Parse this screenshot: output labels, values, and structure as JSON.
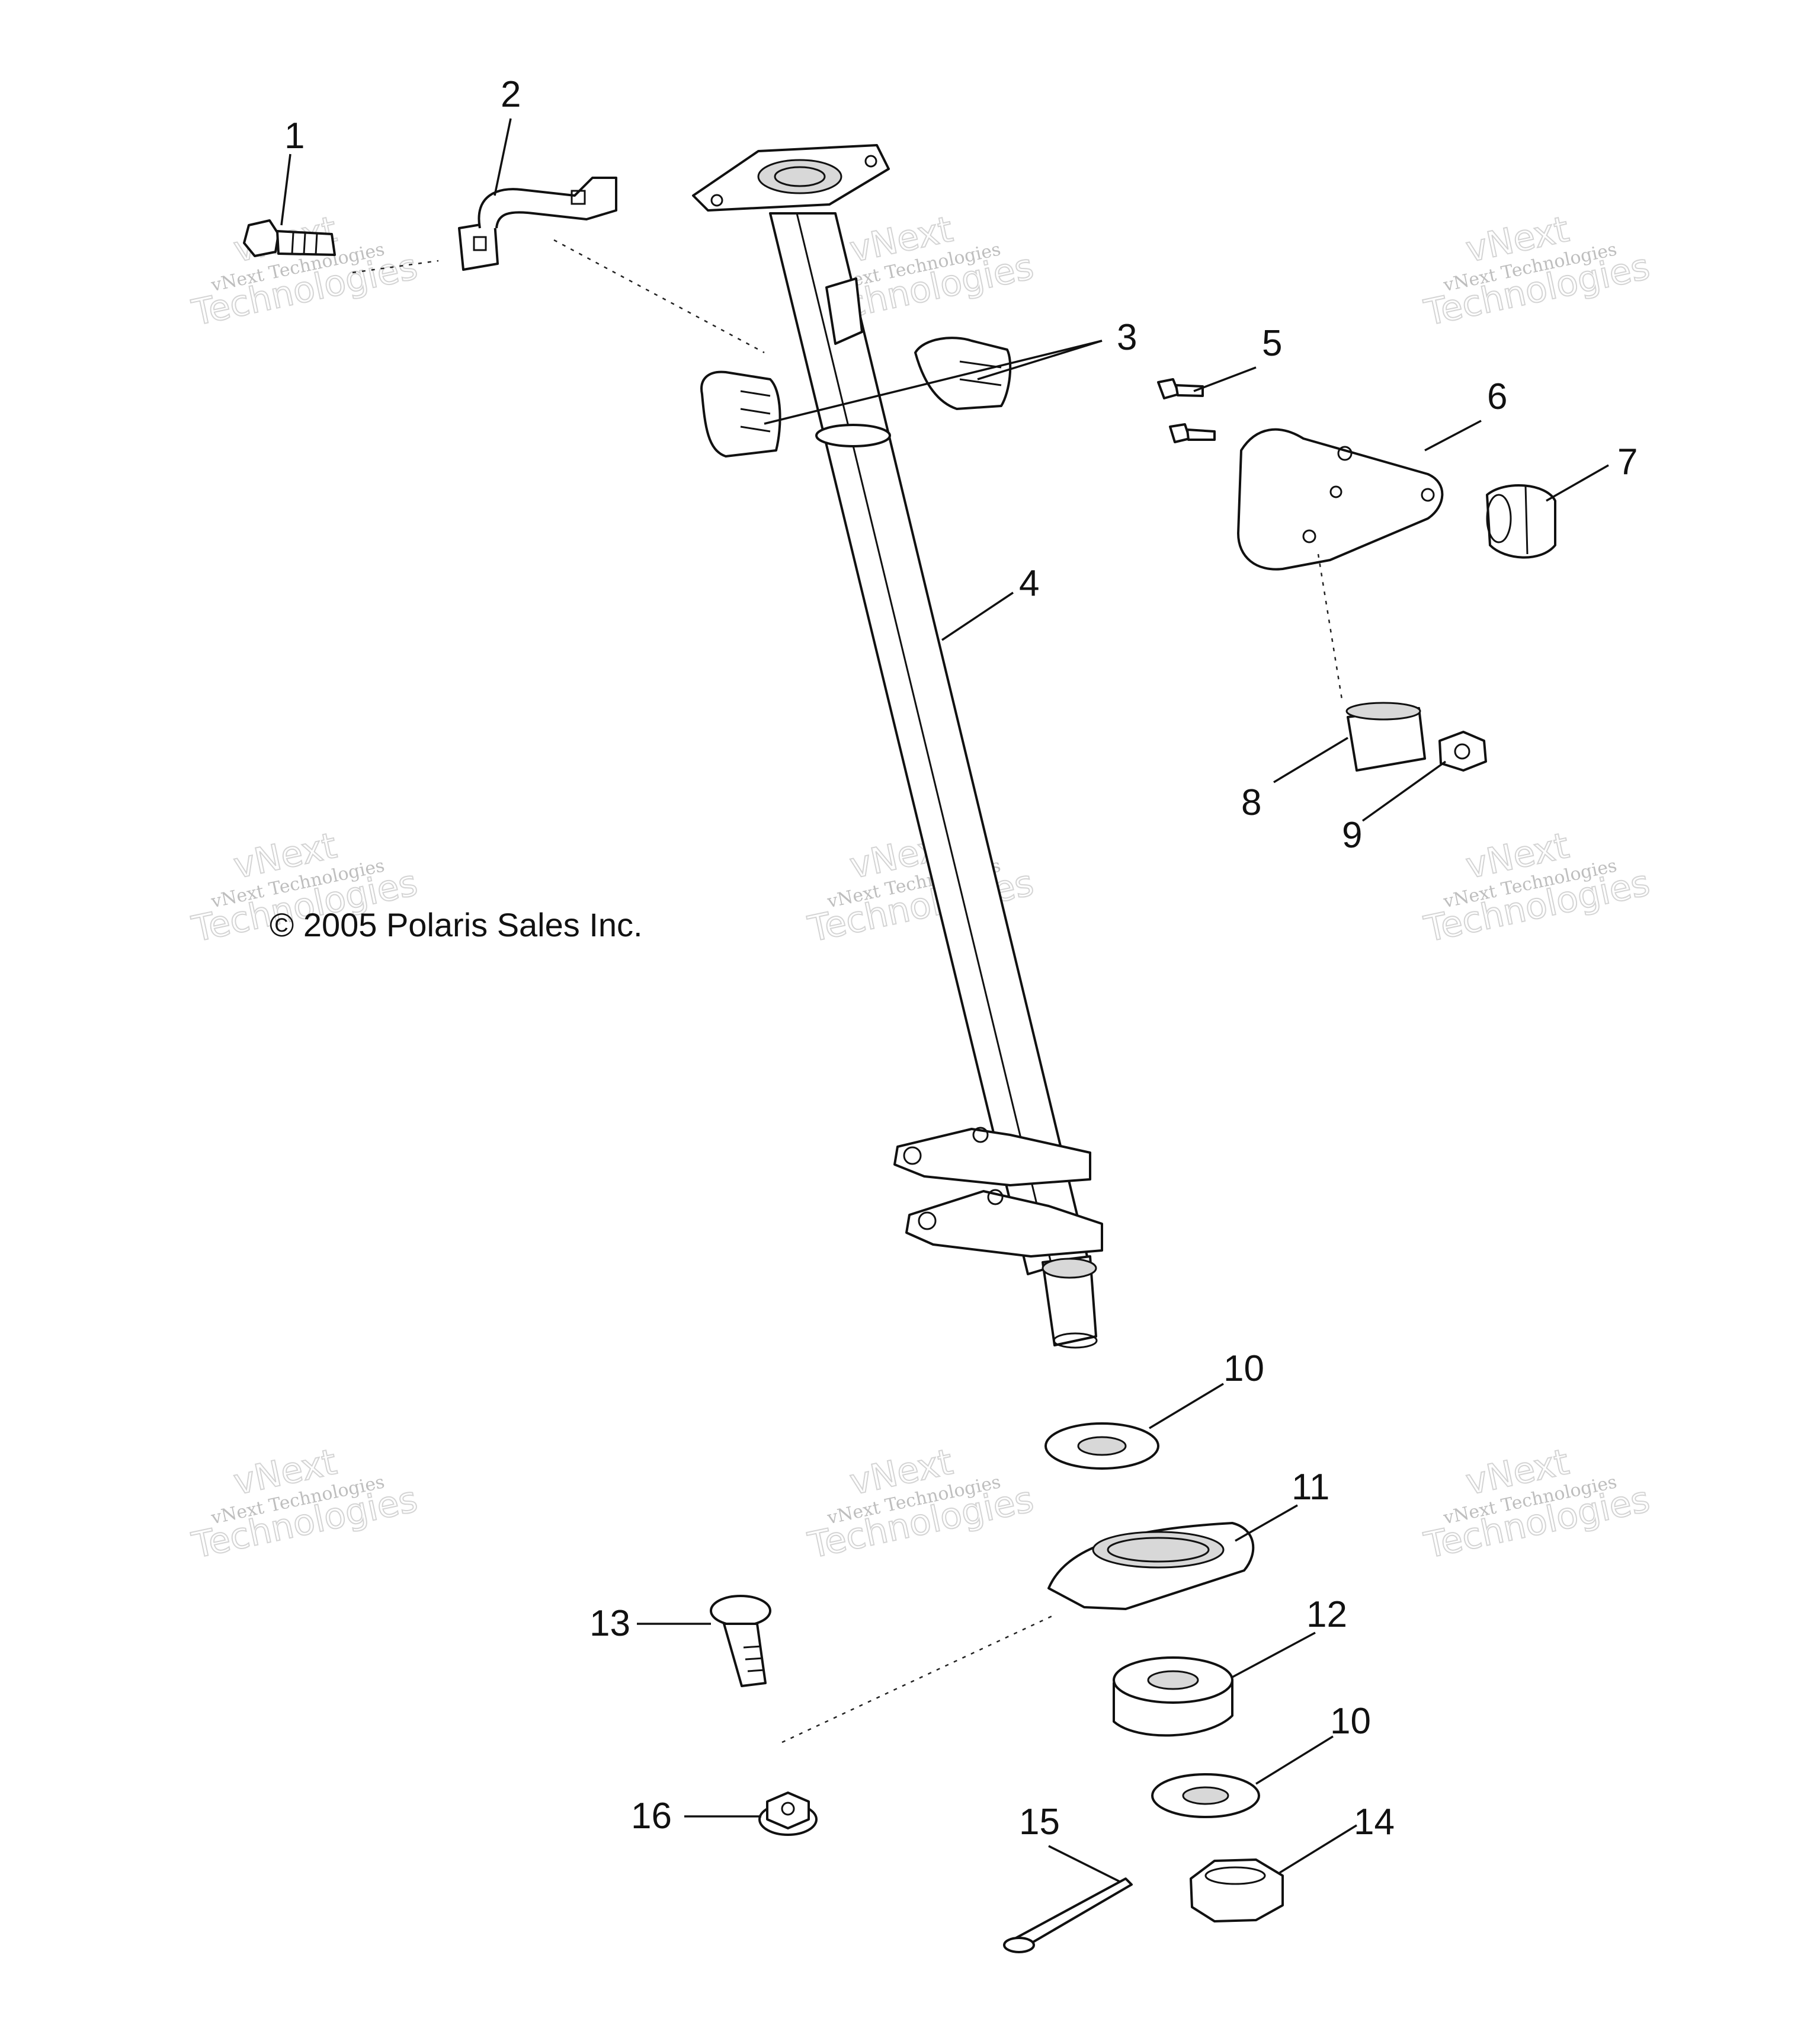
{
  "copyright": "© 2005 Polaris Sales Inc.",
  "watermark": {
    "line1": "vNext",
    "line2": "vNext Technologies",
    "line3": "Technologies"
  },
  "callouts": {
    "c1": "1",
    "c2": "2",
    "c3": "3",
    "c4": "4",
    "c5": "5",
    "c6": "6",
    "c7": "7",
    "c8": "8",
    "c9": "9",
    "c10a": "10",
    "c10b": "10",
    "c11": "11",
    "c12": "12",
    "c13": "13",
    "c14": "14",
    "c15": "15",
    "c16": "16"
  }
}
